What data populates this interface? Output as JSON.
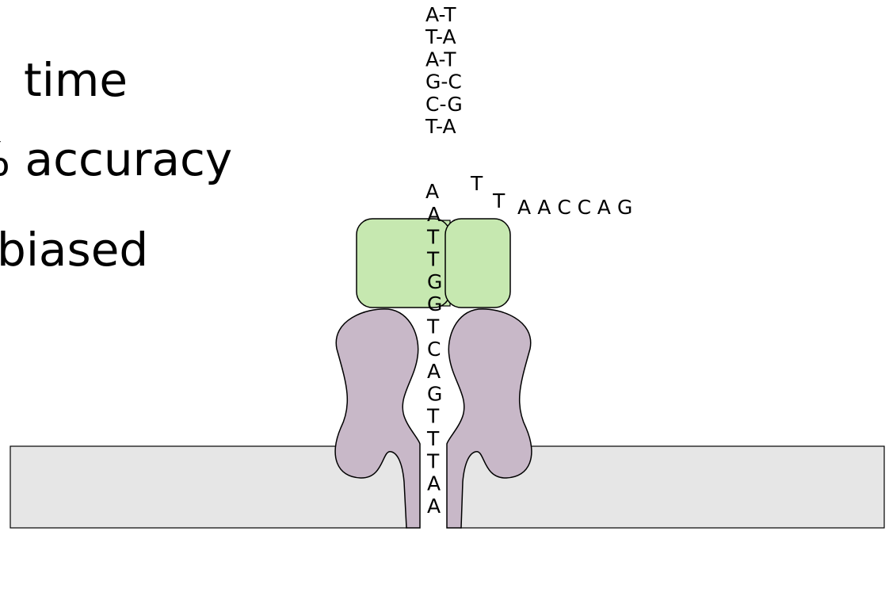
{
  "text_lines": [
    "time",
    "% accuracy",
    "biased"
  ],
  "paired_bases": [
    "A-T",
    "T-A",
    "A-T",
    "G-C",
    "C-G",
    "T-A"
  ],
  "fork": {
    "left_strand_first": "A",
    "right_strand": [
      "T",
      "T",
      "A",
      "A",
      "C",
      "C",
      "A",
      "G"
    ]
  },
  "strand_through_pore": [
    "A",
    "T",
    "T",
    "G",
    "G",
    "T",
    "C",
    "A",
    "G",
    "T",
    "T",
    "T",
    "A",
    "A"
  ],
  "colors": {
    "motor_protein": "#c6e8b0",
    "pore_protein": "#c8b8c8",
    "membrane": "#e6e6e6",
    "outline": "#000000"
  }
}
